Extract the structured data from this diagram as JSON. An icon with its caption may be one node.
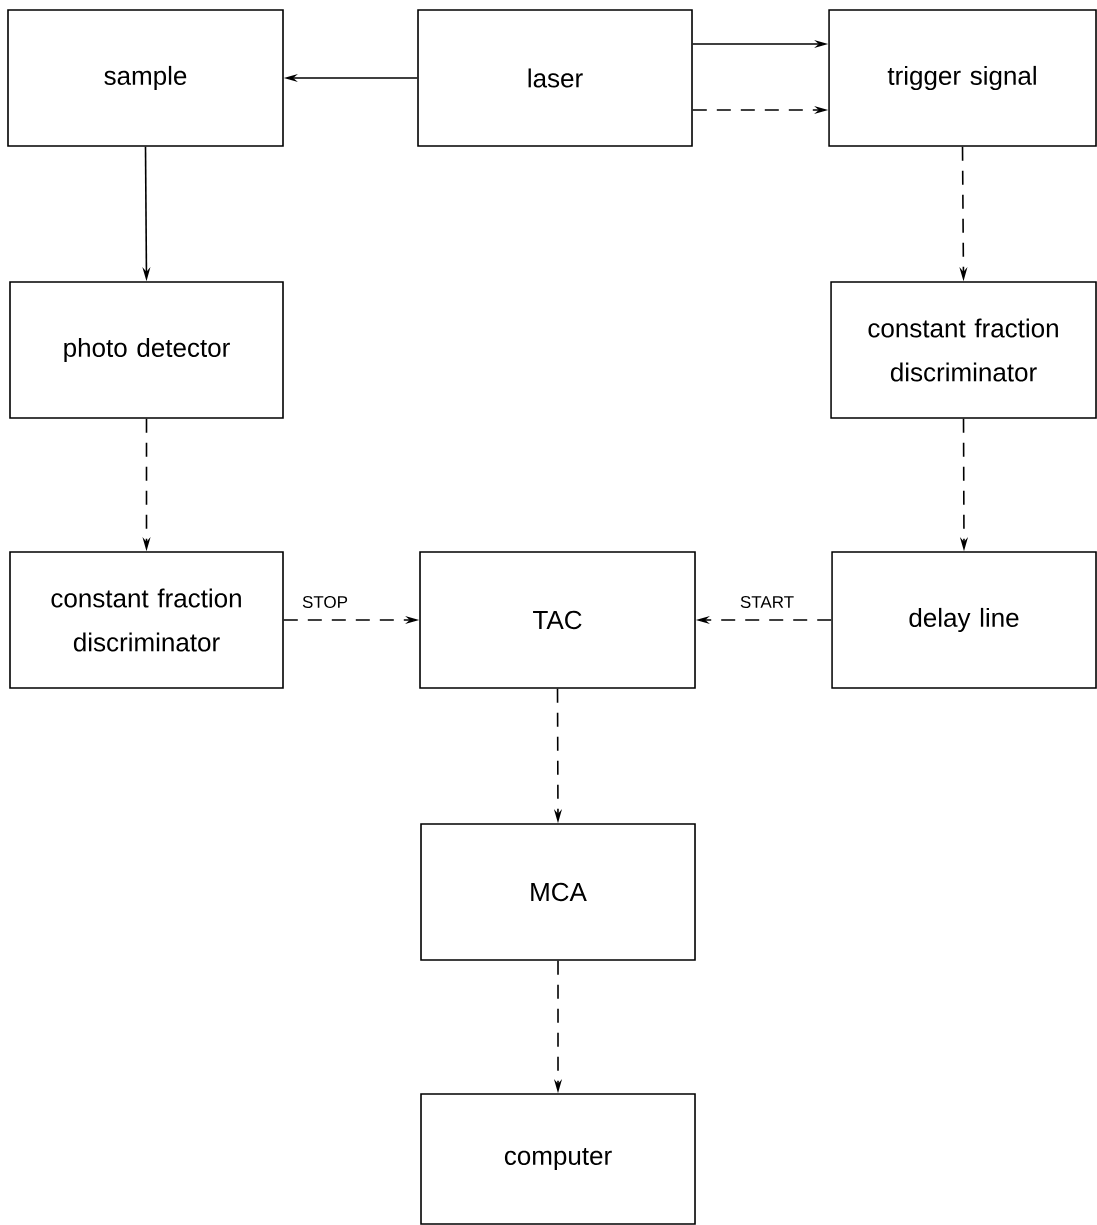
{
  "diagram": {
    "nodes": [
      {
        "text": [
          "sample"
        ]
      },
      {
        "text": [
          "laser"
        ]
      },
      {
        "text": [
          "trigger signal"
        ]
      },
      {
        "text": [
          "photo detector"
        ]
      },
      {
        "text": [
          "constant fraction discriminator"
        ]
      },
      {
        "text": [
          "constant fraction discriminator"
        ]
      },
      {
        "text": [
          "TAC"
        ]
      },
      {
        "text": [
          "delay line"
        ]
      },
      {
        "text": [
          "MCA"
        ]
      },
      {
        "text": [
          "computer"
        ]
      }
    ],
    "edges": [
      {
        "from": 1,
        "to": 0,
        "arrow": "to"
      },
      {
        "from": 1,
        "to": 2,
        "arrow": "to"
      },
      {
        "from": 1,
        "to": 2,
        "arrow": "to",
        "style": "dashed"
      },
      {
        "from": 0,
        "to": 3,
        "arrow": "to"
      },
      {
        "from": 2,
        "to": 4,
        "arrow": "to",
        "style": "dashed"
      },
      {
        "from": 3,
        "to": 5,
        "arrow": "to",
        "style": "dashed"
      },
      {
        "from": 4,
        "to": 7,
        "arrow": "to",
        "style": "dashed"
      },
      {
        "from": 5,
        "to": 6,
        "arrow": "to",
        "style": "dashed",
        "label": "STOP"
      },
      {
        "from": 7,
        "to": 6,
        "arrow": "to",
        "style": "dashed",
        "label": "START"
      },
      {
        "from": 6,
        "to": 8,
        "arrow": "to",
        "style": "dashed"
      },
      {
        "from": 8,
        "to": 9,
        "arrow": "to",
        "style": "dashed"
      }
    ]
  }
}
